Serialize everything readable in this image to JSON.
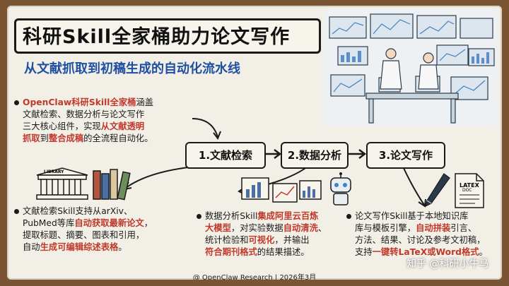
{
  "title": "科研Skill全家桶助力论文写作",
  "subtitle": "从文献抓取到初稿生成的自动化流水线",
  "intro": {
    "l1a": "OpenClaw科研Skill全家桶",
    "l1b": "涵盖",
    "l2": "文献检索、数据分析与论文写作",
    "l3a": "三大核心组件，实现",
    "l3b": "从文献透明",
    "l4a": "抓取",
    "l4b": "到",
    "l4c": "整合成稿",
    "l4d": "的全流程自动化。"
  },
  "steps": [
    "1.文献检索",
    "2.数据分析",
    "3.论文写作"
  ],
  "library_label": "LIBRARY",
  "latex_label": "LATEX",
  "latex_sub": "DOC",
  "search_desc": {
    "l1": "文献检索Skill支持从arXiv、",
    "l2a": "PubMed等库",
    "l2b": "自动获取最新论文",
    "l2c": "，",
    "l3": "提取标题、摘要、图表和引用，",
    "l4a": "自动",
    "l4b": "生成可编辑综述表格",
    "l4c": "。"
  },
  "analysis_desc": {
    "l1a": "数据分析Skill",
    "l1b": "集成阿里云百炼",
    "l2a": "大模型",
    "l2b": "，对实验数据",
    "l2c": "自动清洗",
    "l2d": "、",
    "l3a": "统计检验和",
    "l3b": "可视化",
    "l3c": "，并输出",
    "l4a": "符合期刊格式",
    "l4b": "的结果描述。"
  },
  "writing_desc": {
    "l1": "论文写作Skill基于本地知识库",
    "l2a": "库与模板引擎，",
    "l2b": "自动拼装",
    "l2c": "引言、",
    "l3": "方法、结果、讨论及参考文初稿，",
    "l4a": "支持",
    "l4b": "一键转LaTeX或Word格式",
    "l4c": "。"
  },
  "footer": "@ OpenClaw Research | 2026年3月",
  "watermark": "知乎 @科研小牛马"
}
